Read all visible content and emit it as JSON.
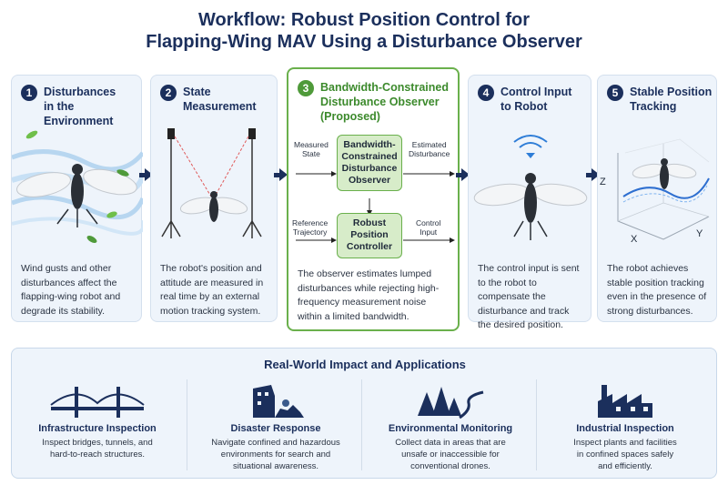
{
  "header": {
    "title_line1": "Workflow: Robust Position Control for",
    "title_line2": "Flapping-Wing MAV Using a Disturbance Observer"
  },
  "steps": [
    {
      "num": "1",
      "title": "Disturbances\nin the Environment",
      "desc": "Wind gusts and other disturbances affect the flapping-wing robot and degrade its stability."
    },
    {
      "num": "2",
      "title": "State Measurement",
      "desc": "The robot's position and attitude are measured in real time by an external motion tracking system."
    },
    {
      "num": "3",
      "title": "Bandwidth-Constrained\nDisturbance Observer\n(Proposed)",
      "desc": "The observer estimates lumped disturbances while rejecting high-frequency measurement noise within a limited bandwidth."
    },
    {
      "num": "4",
      "title": "Control Input\nto Robot",
      "desc": "The control input is sent to the robot to compensate the disturbance and track the desired position."
    },
    {
      "num": "5",
      "title": "Stable Position\nTracking",
      "desc": "The robot achieves stable position tracking even in the presence of strong disturbances."
    }
  ],
  "observer_diagram": {
    "box1": "Bandwidth-\nConstrained\nDisturbance\nObserver",
    "box2": "Robust\nPosition\nController",
    "in1": "Measured\nState",
    "out1": "Estimated\nDisturbance",
    "in2": "Reference\nTrajectory",
    "out2": "Control\nInput"
  },
  "tracking_axes": {
    "z": "Z",
    "x": "X",
    "y": "Y"
  },
  "impact": {
    "title": "Real-World Impact and Applications",
    "apps": [
      {
        "title": "Infrastructure Inspection",
        "desc": "Inspect bridges, tunnels, and\nhard-to-reach structures.",
        "icon": "bridge-icon"
      },
      {
        "title": "Disaster Response",
        "desc": "Navigate confined and hazardous\nenvironments for search and\nsituational awareness.",
        "icon": "collapsed-building-icon"
      },
      {
        "title": "Environmental Monitoring",
        "desc": "Collect data in areas that are\nunsafe or inaccessible for\nconventional drones.",
        "icon": "forest-river-icon"
      },
      {
        "title": "Industrial Inspection",
        "desc": "Inspect plants and facilities\nin confined spaces safely\nand efficiently.",
        "icon": "factory-icon"
      }
    ]
  },
  "colors": {
    "navy": "#1b2f5c",
    "green": "#4f9a3a",
    "panel": "#eef4fb"
  }
}
